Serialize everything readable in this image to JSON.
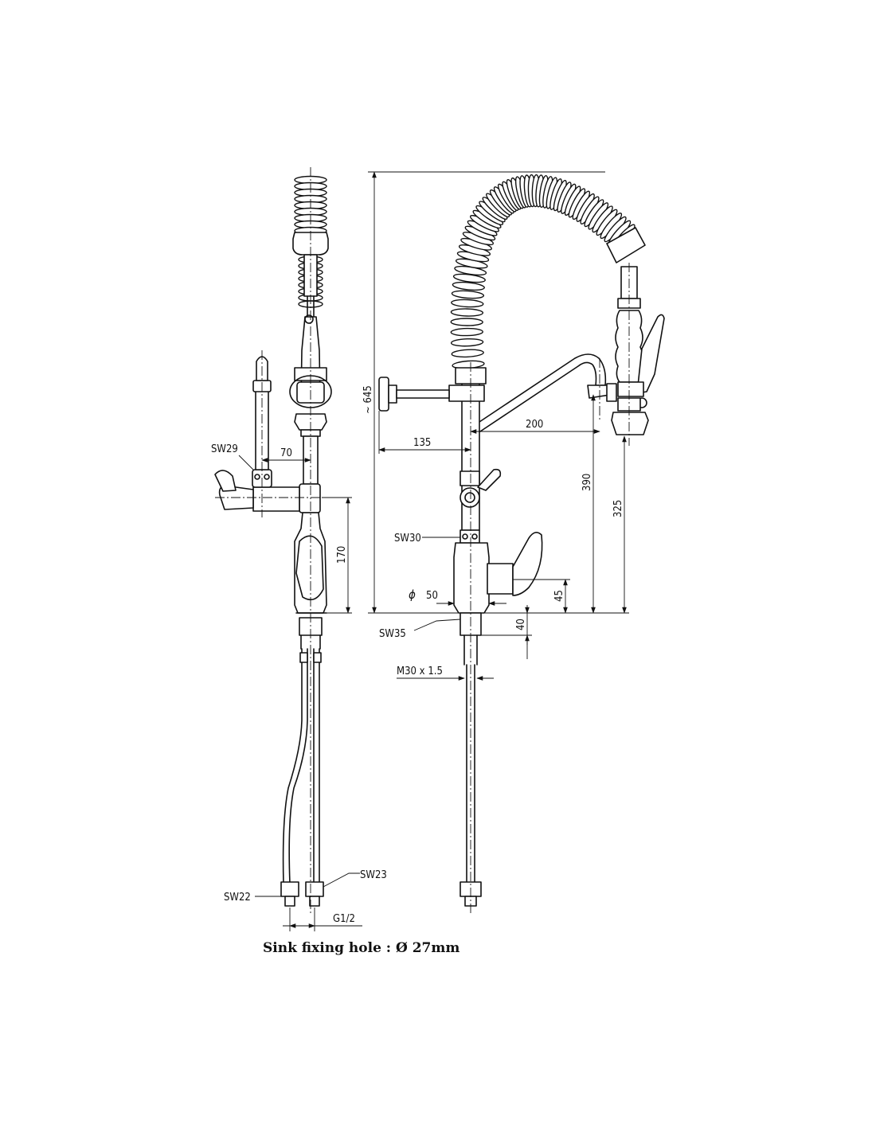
{
  "caption": "Sink fixing hole : Ø 27mm",
  "labels": {
    "sw29": "SW29",
    "dim_70": "70",
    "dim_170": "170",
    "sw22": "SW22",
    "sw23": "SW23",
    "g12": "G1/2",
    "dim_645": "~ 645",
    "dim_135": "135",
    "dim_200": "200",
    "dim_390": "390",
    "dim_325": "325",
    "sw30": "SW30",
    "phi": "ϕ",
    "dim_50": "50",
    "dim_45": "45",
    "sw35": "SW35",
    "dim_40": "40",
    "m30": "M30 x 1.5"
  }
}
